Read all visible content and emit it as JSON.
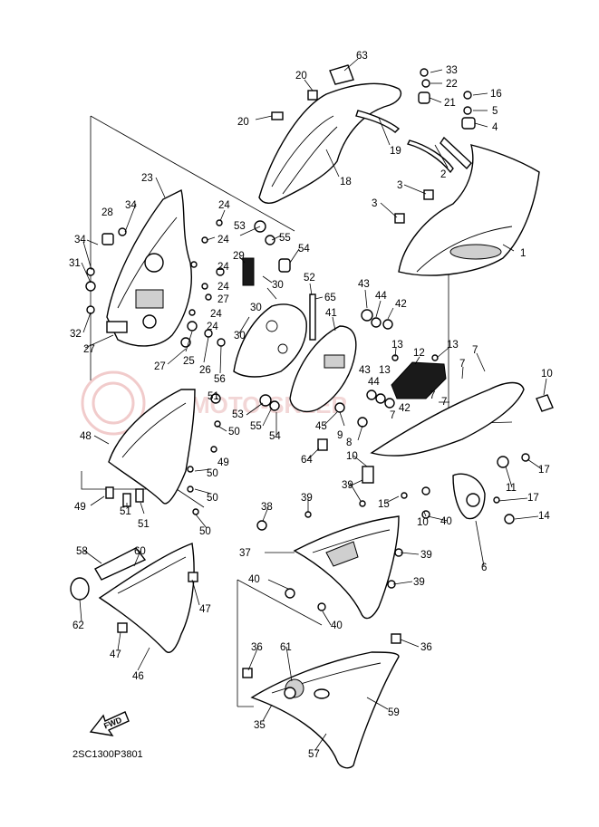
{
  "diagram": {
    "code": "2SC1300P3801",
    "fwd_label": "FWD",
    "watermark_text": "MOTO-SKLEP",
    "callouts": [
      "63",
      "20",
      "20",
      "33",
      "22",
      "21",
      "16",
      "5",
      "4",
      "19",
      "18",
      "2",
      "3",
      "3",
      "1",
      "23",
      "34",
      "28",
      "24",
      "24",
      "24",
      "34",
      "31",
      "24",
      "27",
      "24",
      "32",
      "27",
      "24",
      "27",
      "25",
      "26",
      "56",
      "53",
      "55",
      "54",
      "29",
      "30",
      "30",
      "30",
      "52",
      "65",
      "43",
      "44",
      "42",
      "41",
      "13",
      "12",
      "13",
      "7",
      "7",
      "10",
      "13",
      "44",
      "43",
      "42",
      "7",
      "7",
      "7",
      "51",
      "48",
      "50",
      "49",
      "50",
      "50",
      "50",
      "49",
      "51",
      "51",
      "53",
      "55",
      "54",
      "45",
      "9",
      "8",
      "64",
      "10",
      "39",
      "15",
      "10",
      "40",
      "11",
      "17",
      "17",
      "14",
      "6",
      "38",
      "39",
      "37",
      "39",
      "39",
      "40",
      "40",
      "58",
      "60",
      "47",
      "62",
      "47",
      "46",
      "36",
      "61",
      "36",
      "59",
      "35",
      "57"
    ],
    "colors": {
      "line": "#000000",
      "watermark": "#e7a9a9"
    }
  }
}
